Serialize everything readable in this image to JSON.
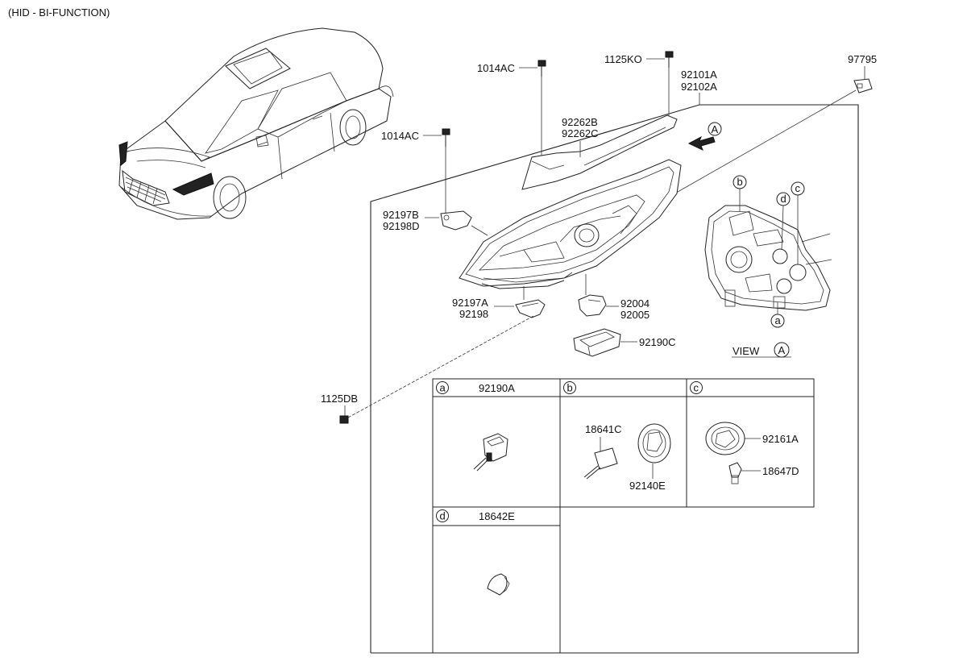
{
  "header": {
    "variant": "(HID - BI-FUNCTION)"
  },
  "labels": {
    "bolt_top": "1014AC",
    "bolt_mid": "1014AC",
    "screw_top": "1125KO",
    "assembly_lh": "92101A",
    "assembly_rh": "92102A",
    "clip_97795": "97795",
    "bracket_upper_lh": "92262B",
    "bracket_upper_rh": "92262C",
    "bracket_side_lh": "92197B",
    "bracket_side_rh": "92198D",
    "bracket_low_lh": "92197A",
    "bracket_low_rh": "92198",
    "actuator_lh": "92004",
    "actuator_rh": "92005",
    "ballast": "92190C",
    "screw_bottom": "1125DB",
    "view_caption": "VIEW",
    "view_ref": "A",
    "arrow_ref": "A"
  },
  "callouts": {
    "a": "a",
    "b": "b",
    "c": "c",
    "d": "d"
  },
  "detail_boxes": {
    "a": {
      "letter": "a",
      "header": "92190A"
    },
    "b": {
      "letter": "b",
      "header": "",
      "part1": "18641C",
      "part2": "92140E"
    },
    "c": {
      "letter": "c",
      "header": "",
      "part1": "92161A",
      "part2": "18647D"
    },
    "d": {
      "letter": "d",
      "header": "18642E"
    }
  }
}
